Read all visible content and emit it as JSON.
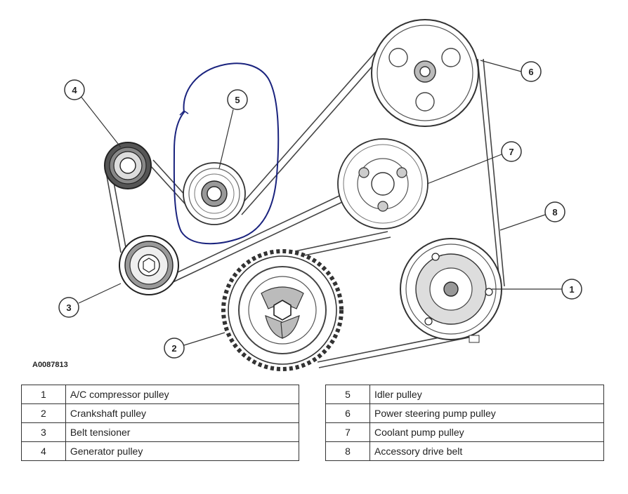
{
  "figure_id": "A0087813",
  "callouts": [
    "1",
    "2",
    "3",
    "4",
    "5",
    "6",
    "7",
    "8"
  ],
  "legend": {
    "left": [
      {
        "num": "1",
        "desc": "A/C compressor pulley"
      },
      {
        "num": "2",
        "desc": "Crankshaft pulley"
      },
      {
        "num": "3",
        "desc": "Belt tensioner"
      },
      {
        "num": "4",
        "desc": "Generator pulley"
      }
    ],
    "right": [
      {
        "num": "5",
        "desc": "Idler pulley"
      },
      {
        "num": "6",
        "desc": "Power steering pump pulley"
      },
      {
        "num": "7",
        "desc": "Coolant pump pulley"
      },
      {
        "num": "8",
        "desc": "Accessory drive belt"
      }
    ]
  },
  "annotation_color": "#1a237e",
  "line_color": "#333333"
}
